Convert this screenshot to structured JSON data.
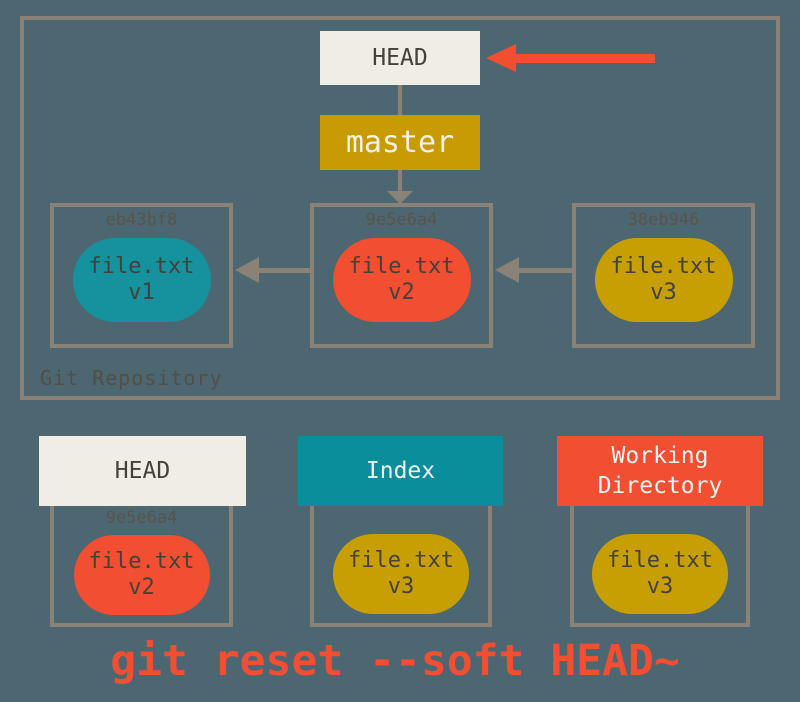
{
  "colors": {
    "background": "#4C6771",
    "box_border": "#8A8177",
    "cream": "#EFEDE4",
    "teal": "#0E8E9B",
    "gold": "#C79F03",
    "red": "#F14E32",
    "dark_text": "#454139",
    "hash_text": "#59544B",
    "light_text": "#F2F1E9"
  },
  "repository": {
    "label": "Git Repository",
    "head": "HEAD",
    "branch": "master",
    "commits": [
      {
        "hash": "eb43bf8",
        "file": "file.txt",
        "version": "v1"
      },
      {
        "hash": "9e5e6a4",
        "file": "file.txt",
        "version": "v2"
      },
      {
        "hash": "38eb946",
        "file": "file.txt",
        "version": "v3"
      }
    ]
  },
  "workspace": {
    "columns": [
      {
        "title": "HEAD",
        "hash": "9e5e6a4",
        "file": "file.txt",
        "version": "v2"
      },
      {
        "title": "Index",
        "file": "file.txt",
        "version": "v3"
      },
      {
        "title": "Working Directory",
        "file": "file.txt",
        "version": "v3"
      }
    ]
  },
  "command": "git reset --soft HEAD~"
}
